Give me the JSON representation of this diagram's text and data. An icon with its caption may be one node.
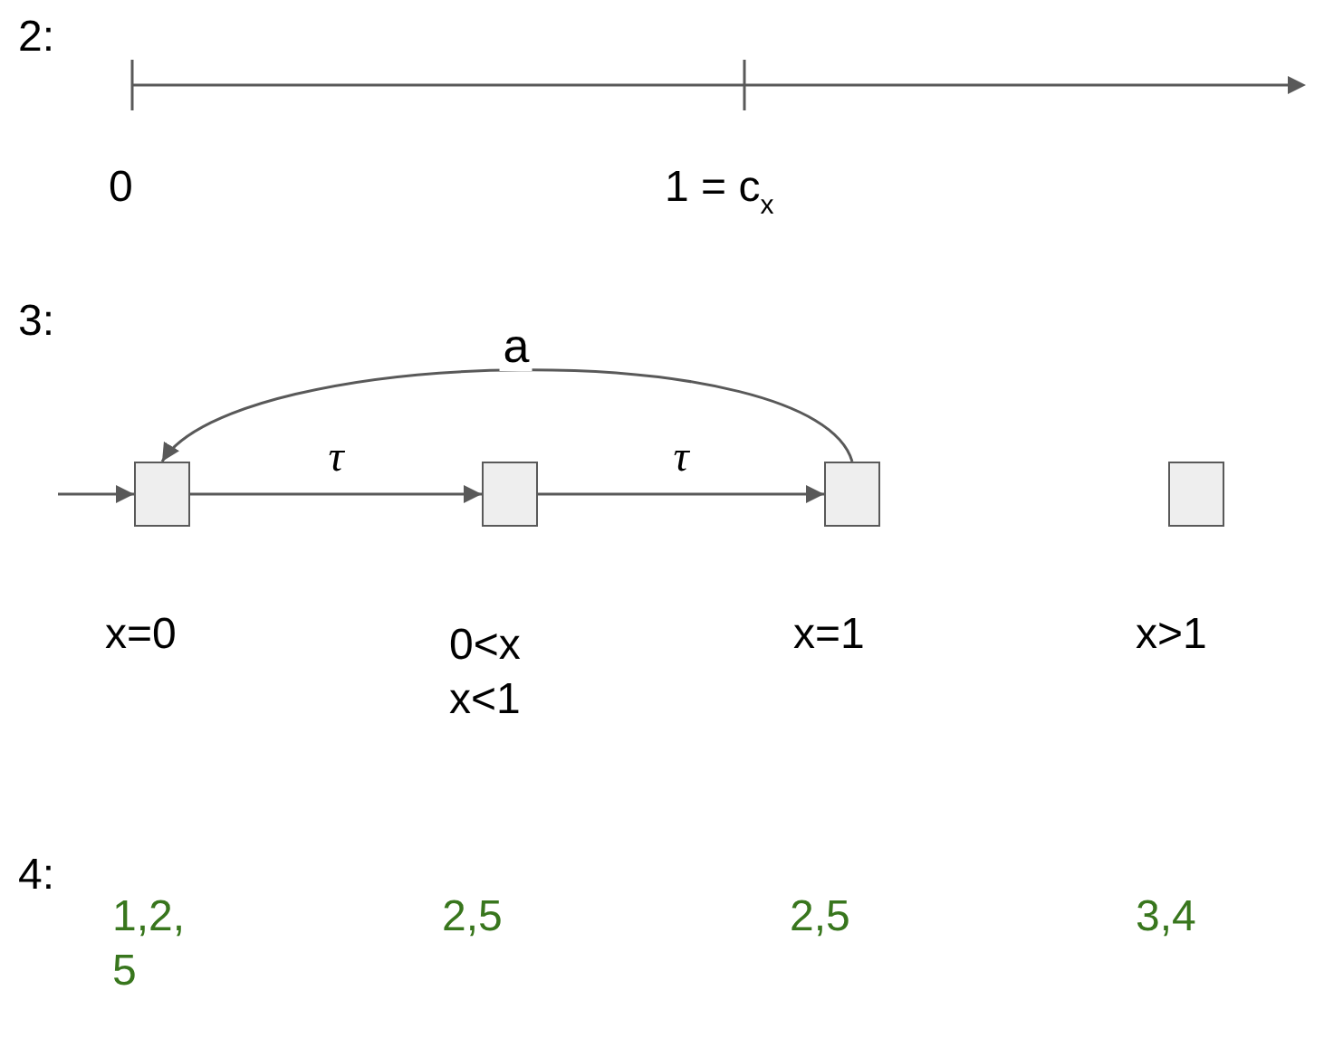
{
  "diagram": {
    "nodes": [
      {
        "text": [],
        "shape": "box"
      },
      {
        "text": [],
        "shape": "box"
      },
      {
        "text": [],
        "shape": "box"
      },
      {
        "text": [],
        "shape": "box"
      }
    ],
    "edges": [
      {
        "from": null,
        "to": 0,
        "arrow": "to"
      },
      {
        "from": 0,
        "to": 1,
        "arrow": "to",
        "label": "τ"
      },
      {
        "from": 1,
        "to": 2,
        "arrow": "to",
        "label": "τ"
      },
      {
        "from": 2,
        "to": 0,
        "arrow": "to",
        "label": "a"
      }
    ],
    "labels": [
      "2:",
      "0",
      "1 = c$_{x}$",
      "3:",
      "x=0",
      "0<x x<1",
      "x=1",
      "x>1",
      "4:",
      "1,2, 5",
      "2,5",
      "2,5",
      "3,4"
    ]
  }
}
